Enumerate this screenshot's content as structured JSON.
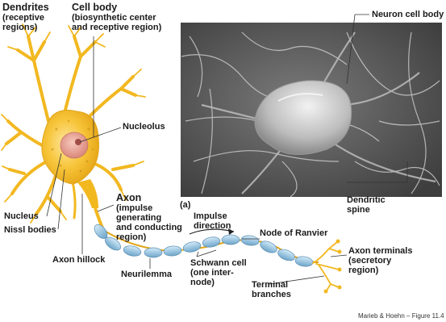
{
  "figure": {
    "labels": {
      "dendrites": {
        "title": "Dendrites",
        "sub1": "(receptive",
        "sub2": "regions)"
      },
      "cell_body": {
        "title": "Cell body",
        "sub1": "(biosynthetic center",
        "sub2": "and receptive region)"
      },
      "neuron_cell_body": "Neuron cell body",
      "nucleolus": "Nucleolus",
      "axon": {
        "title": "Axon",
        "sub1": "(impulse",
        "sub2": "generating",
        "sub3": "and conducting",
        "sub4": "region)"
      },
      "nucleus": "Nucleus",
      "nissl_bodies": "Nissl bodies",
      "impulse_direction": {
        "line1": "Impulse",
        "line2": "direction"
      },
      "node_of_ranvier": "Node of Ranvier",
      "axon_terminals": {
        "line1": "Axon terminals",
        "line2": "(secretory",
        "line3": "region)"
      },
      "axon_hillock": "Axon hillock",
      "schwann_cell": {
        "line1": "Schwann cell",
        "line2": "(one inter-",
        "line3": "node)"
      },
      "neurilemma": "Neurilemma",
      "terminal_branches": {
        "line1": "Terminal",
        "line2": "branches"
      },
      "dendritic_spine": {
        "line1": "Dendritic",
        "line2": "spine"
      },
      "panel": "(a)"
    },
    "credit": "Marieb & Hoehn – Figure 11.4",
    "colors": {
      "neuron": "#f5c12a",
      "neuron_dark": "#d79a12",
      "nucleus": "#e89a8c",
      "myelin": "#a9cfe6",
      "micrograph_bg": "#5e5e5e",
      "leader": "#333333"
    }
  }
}
